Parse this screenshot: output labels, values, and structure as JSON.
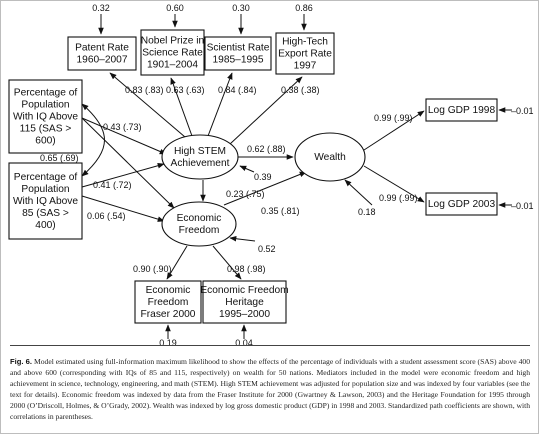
{
  "nodes": {
    "patent_rate": [
      "Patent Rate",
      "1960–2007"
    ],
    "nobel_rate": [
      "Nobel Prize in",
      "Science Rate",
      "1901–2004"
    ],
    "scientist_rate": [
      "Scientist Rate",
      "1985–1995"
    ],
    "hightech_rate": [
      "High-Tech",
      "Export Rate",
      "1997"
    ],
    "iq115": [
      "Percentage of",
      "Population",
      "With IQ Above",
      "115 (SAS >",
      "600)"
    ],
    "iq85": [
      "Percentage of",
      "Population",
      "With IQ Above",
      "85 (SAS >",
      "400)"
    ],
    "high_stem": [
      "High STEM",
      "Achievement"
    ],
    "econ_freedom": [
      "Economic",
      "Freedom"
    ],
    "wealth": [
      "Wealth"
    ],
    "gdp1998": [
      "Log GDP 1998"
    ],
    "gdp2003": [
      "Log GDP 2003"
    ],
    "fraser": [
      "Economic",
      "Freedom",
      "Fraser 2000"
    ],
    "heritage": [
      "Economic Freedom",
      "Heritage",
      "1995–2000"
    ]
  },
  "coefficients": {
    "patent_err": "0.32",
    "nobel_err": "0.60",
    "scientist_err": "0.30",
    "hightech_err": "0.86",
    "stem_patent": "0.83 (.83)",
    "stem_nobel": "0.63 (.63)",
    "stem_scientist": "0.84 (.84)",
    "stem_hightech": "0.38 (.38)",
    "iq115_stem": "0.43 (.73)",
    "iq_corr": "0.65 (.69)",
    "iq85_stem": "0.41 (.72)",
    "iq85_econ": "0.06 (.54)",
    "stem_wealth": "0.62 (.88)",
    "stem_err": "0.39",
    "stem_econ": "0.23 (.75)",
    "econ_wealth": "0.35 (.81)",
    "econ_err": "0.52",
    "wealth_gdp1998": "0.99 (.99)",
    "wealth_gdp2003": "0.99 (.99)",
    "wealth_err": "0.18",
    "gdp1998_err": "0.01",
    "gdp2003_err": "0.01",
    "econ_fraser": "0.90 (.90)",
    "econ_heritage": "0.98 (.98)",
    "fraser_err": "0.19",
    "heritage_err": "0.04"
  },
  "caption": {
    "label": "Fig. 6.",
    "text": "Model estimated using full-information maximum likelihood to show the effects of the percentage of individuals with a student assessment score (SAS) above 400 and above 600 (corresponding with IQs of 85 and 115, respectively) on wealth for 50 nations. Mediators included in the model were economic freedom and high achievement in science, technology, engineering, and math (STEM). High STEM achievement was adjusted for population size and was indexed by four variables (see the text for details). Economic freedom was indexed by data from the Fraser Institute for 2000 (Gwartney & Lawson, 2003) and the Heritage Foundation for 1995 through 2000 (O’Driscoll, Holmes, & O’Grady, 2002). Wealth was indexed by log gross domestic product (GDP) in 1998 and 2003. Standardized path coefficients are shown, with correlations in parentheses."
  }
}
